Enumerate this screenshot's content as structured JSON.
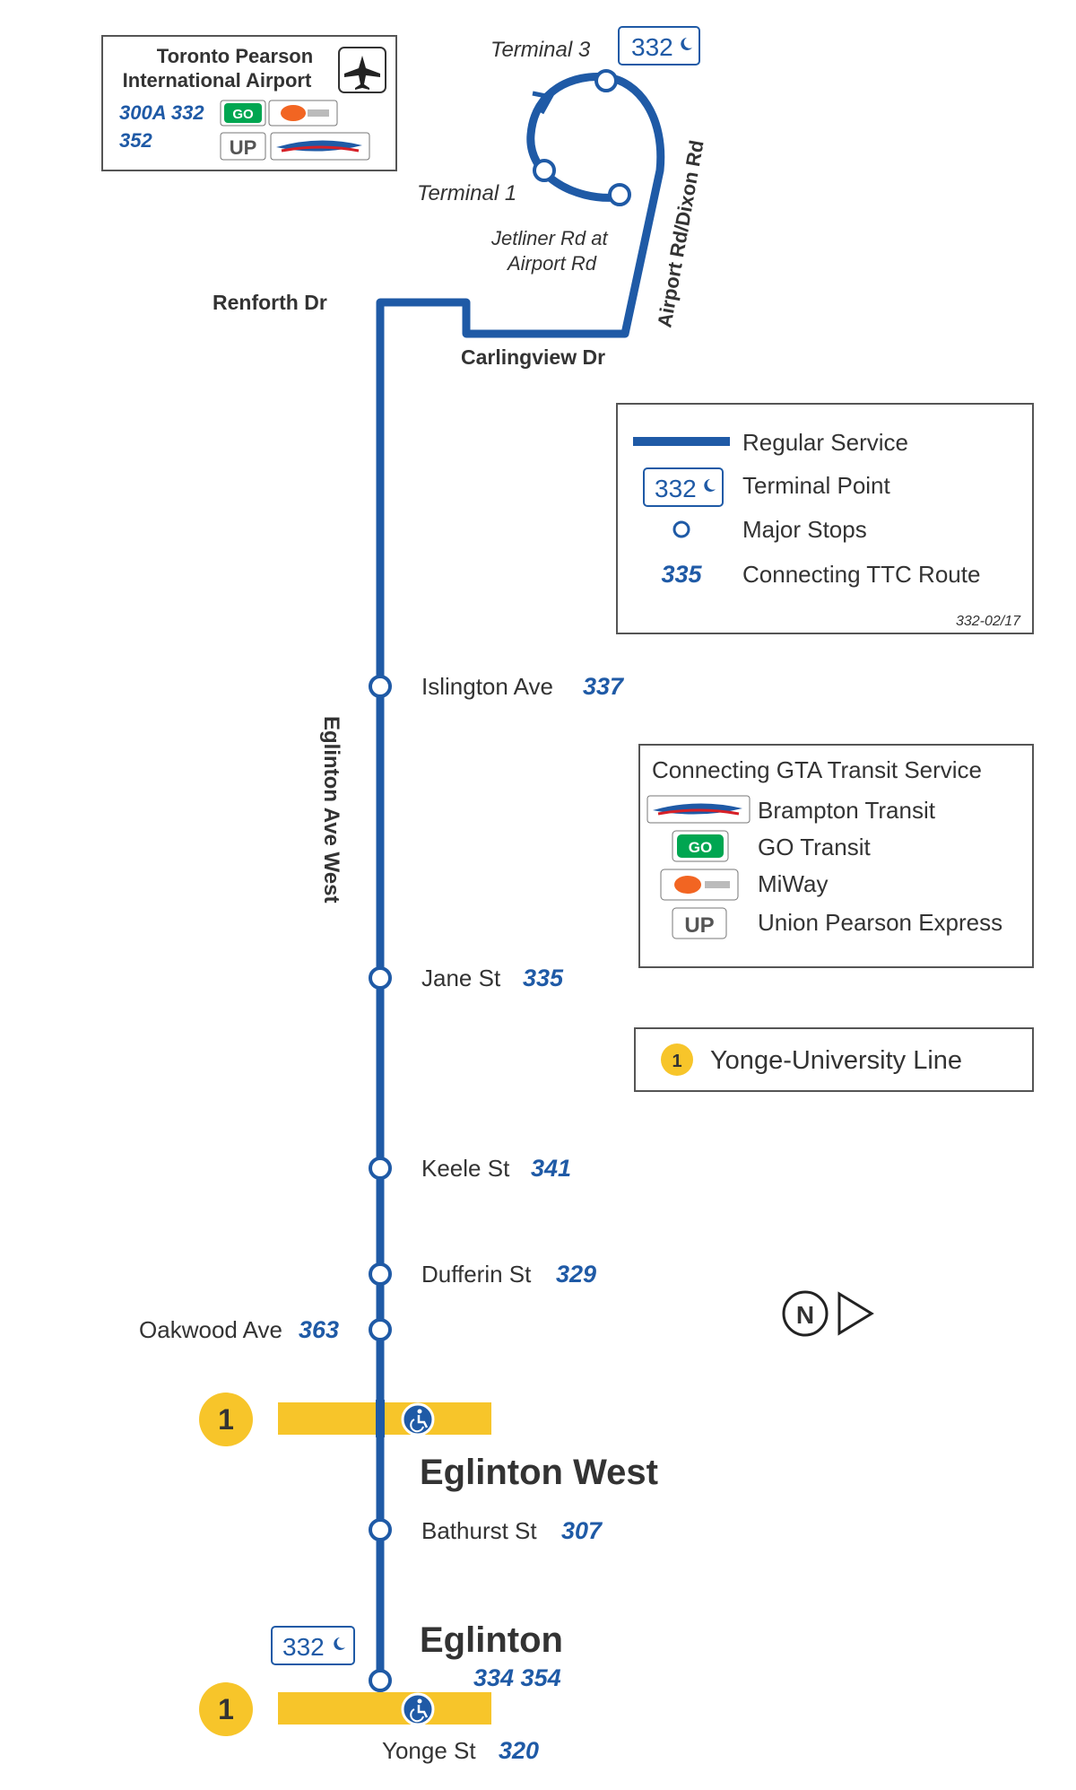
{
  "airport_box": {
    "title_line1": "Toronto Pearson",
    "title_line2": "International Airport",
    "routes_line1": "300A 332",
    "routes_line2": "352",
    "plane_icon": "airplane-icon"
  },
  "top_labels": {
    "terminal3": "Terminal 3",
    "terminal1": "Terminal 1",
    "jetliner_line1": "Jetliner Rd at",
    "jetliner_line2": "Airport Rd",
    "airport_rd": "Airport Rd/Dixon Rd",
    "renforth": "Renforth Dr",
    "carlingview": "Carlingview Dr",
    "terminal_badge": "332",
    "street": "Eglinton  Ave  West"
  },
  "legend": {
    "regular": "Regular Service",
    "terminal_badge": "332",
    "terminal": "Terminal Point",
    "major": "Major Stops",
    "connecting_route": "335",
    "connecting": "Connecting TTC Route",
    "code": "332-02/17"
  },
  "gta_box": {
    "title": "Connecting GTA Transit Service",
    "items": [
      "Brampton Transit",
      "GO Transit",
      "MiWay",
      "Union Pearson Express"
    ]
  },
  "line_box": {
    "number": "1",
    "label": "Yonge-University Line"
  },
  "stops": {
    "islington": {
      "name": "Islington Ave",
      "route": "337"
    },
    "jane": {
      "name": "Jane St",
      "route": "335"
    },
    "keele": {
      "name": "Keele St",
      "route": "341"
    },
    "dufferin": {
      "name": "Dufferin St",
      "route": "329"
    },
    "oakwood": {
      "name": "Oakwood Ave",
      "route": "363"
    },
    "bathurst": {
      "name": "Bathurst St",
      "route": "307"
    },
    "yonge": {
      "name": "Yonge St",
      "route": "320"
    }
  },
  "stations": {
    "eglinton_west": "Eglinton West",
    "eglinton": "Eglinton",
    "eglinton_routes": "334  354",
    "eglinton_badge": "332",
    "line_number": "1"
  },
  "north_arrow": "N",
  "colors": {
    "route_blue": "#1f5aa6",
    "subway_yellow": "#f7c52a",
    "go_green": "#00a651"
  }
}
